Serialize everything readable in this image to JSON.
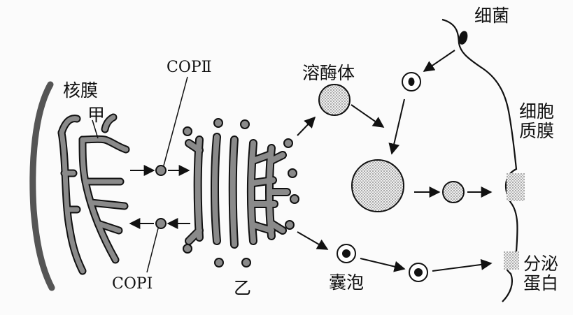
{
  "labels": {
    "nuclear_membrane": "核膜",
    "jia": "甲",
    "cop2": "COPⅡ",
    "cop1": "COPⅠ",
    "yi": "乙",
    "lysosome": "溶酶体",
    "bacteria": "细菌",
    "cell_membrane_line1": "细胞",
    "cell_membrane_line2": "质膜",
    "vesicle": "囊泡",
    "secretory_line1": "分泌",
    "secretory_line2": "蛋白"
  },
  "colors": {
    "organelle_fill": "#8a8a8a",
    "vesicle_fill": "#d2d2d2",
    "line": "#111111",
    "background": "#fbfbfb"
  }
}
